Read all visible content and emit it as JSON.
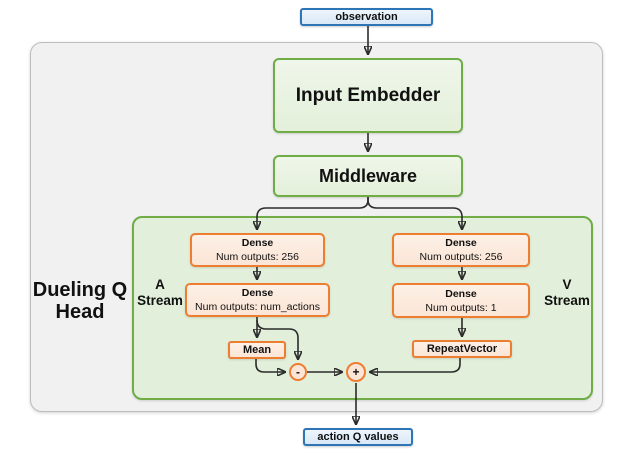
{
  "colors": {
    "blue-border": "#2e75b6",
    "blue-fill": "#d9e8f7",
    "green-border": "#70ad47",
    "green-fill": "#e2efda",
    "green-node-fill": "#e4f0da",
    "orange-border": "#ed7d31",
    "orange-fill": "#fbe5d6",
    "outer-fill": "#f1f1f2",
    "outer-border": "#bdbdbd",
    "arrow": "#2b2b2b"
  },
  "nodes": {
    "observation": "observation",
    "input_embedder": "Input Embedder",
    "middleware": "Middleware",
    "a_dense1": {
      "title": "Dense",
      "subtitle": "Num outputs: 256"
    },
    "a_dense2": {
      "title": "Dense",
      "subtitle": "Num outputs: num_actions"
    },
    "v_dense1": {
      "title": "Dense",
      "subtitle": "Num outputs: 256"
    },
    "v_dense2": {
      "title": "Dense",
      "subtitle": "Num outputs: 1"
    },
    "mean": "Mean",
    "repeat_vector": "RepeatVector",
    "minus_op": "-",
    "plus_op": "+",
    "action_q_values": "action Q values"
  },
  "labels": {
    "dueling_head_line1": "Dueling Q",
    "dueling_head_line2": "Head",
    "a_stream_line1": "A",
    "a_stream_line2": "Stream",
    "v_stream_line1": "V",
    "v_stream_line2": "Stream"
  }
}
